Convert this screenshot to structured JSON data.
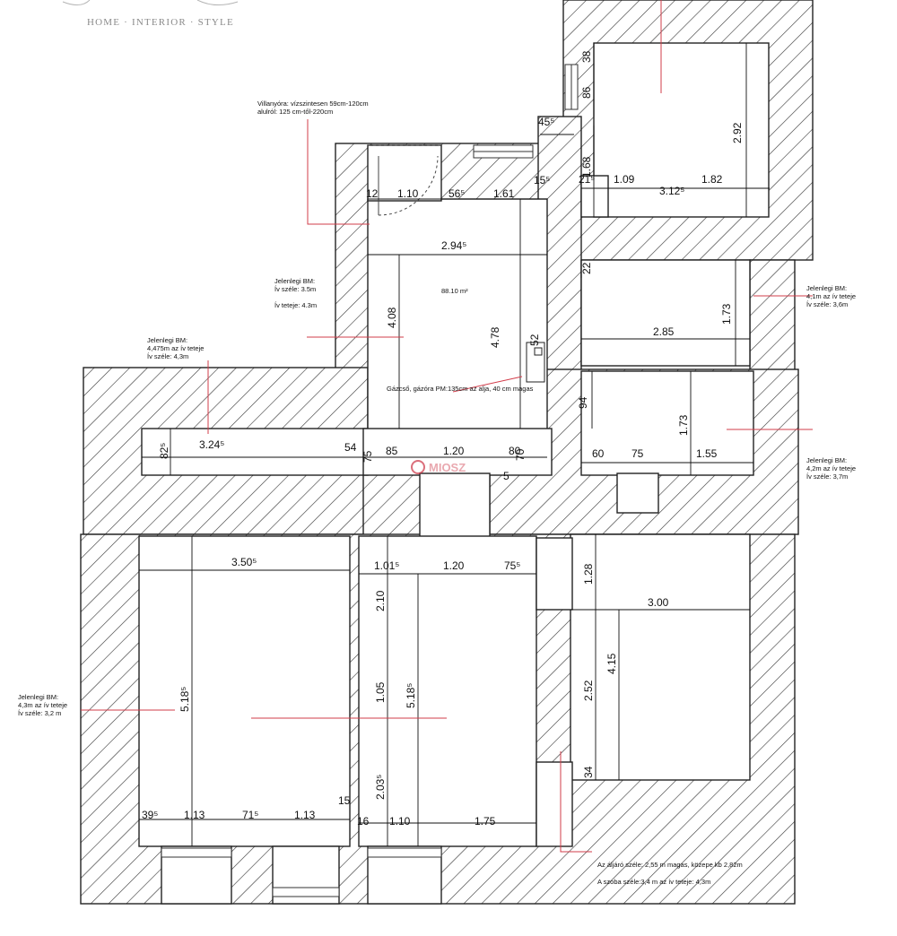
{
  "brand": {
    "tagline": "HOME · INTERIOR · STYLE"
  },
  "watermark": "MIOSZ",
  "area_label": "88.10 m²",
  "notes": {
    "villany": [
      "Villanyóra: vízszintesen 59cm-120cm",
      "alulról: 125 cm-től-220cm"
    ],
    "bm_center": [
      "Jelenlegi BM:",
      "Ív széle: 3.5m",
      "",
      "Ív teteje: 4.3m"
    ],
    "bm_left": [
      "Jelenlegi BM:",
      "4,475m az ív teteje",
      "Ív széle: 4,3m"
    ],
    "bm_right_top": [
      "Jelenlegi BM:",
      "4,1m az ív teteje",
      "Ív széle: 3,6m"
    ],
    "bm_right_mid": [
      "Jelenlegi BM:",
      "4,2m az ív teteje",
      "Ív széle: 3,7m"
    ],
    "bm_bottom_left": [
      "Jelenlegi BM:",
      "4,3m az ív teteje",
      "Ív széle: 3,2 m"
    ],
    "gaz": "Gázcső, gázóra PM:135cm az alja, 40 cm magas",
    "bottom_right": [
      "Az áljáró széle: 2,55 m magas, közepe kb 2,82m",
      "A szoba széle:3,4 m az ív teteje: 4,3m"
    ]
  },
  "dims": {
    "d38": "38",
    "d86": "86",
    "d292": "2.92",
    "d45": "45⁵",
    "d168": "1.68",
    "d215": "21⁵",
    "d109": "1.09",
    "d312": "3.12⁵",
    "d182": "1.82",
    "d12": "12",
    "d110a": "1.10",
    "d56": "56⁵",
    "d161": "1.61",
    "d15a": "15⁵",
    "d294": "2.94⁵",
    "d408": "4.08",
    "d478": "4.78",
    "d52": "52",
    "d22": "22",
    "d173a": "1.73",
    "d285": "2.85",
    "d94": "94",
    "d173b": "1.73",
    "d82": "82⁵",
    "d324": "3.24⁵",
    "d54": "54",
    "d85": "85",
    "d75a": "75",
    "d120a": "1.20",
    "d80": "80",
    "d70": "70",
    "d5": "5",
    "d60": "60",
    "d75b": "75",
    "d155": "1.55",
    "d350": "3.50⁵",
    "d101": "1.01⁵",
    "d120b": "1.20",
    "d75c": "75⁵",
    "d128": "1.28",
    "d300": "3.00",
    "d518a": "5.18⁵",
    "d210": "2.10",
    "d105": "1.05",
    "d518b": "5.18⁵",
    "d252": "2.52",
    "d415": "4.15",
    "d203": "2.03⁵",
    "d34": "34",
    "d39": "39⁵",
    "d113a": "1.13",
    "d71": "71⁵",
    "d113b": "1.13",
    "d15b": "15",
    "d16": "16",
    "d110b": "1.10",
    "d175": "1.75"
  }
}
